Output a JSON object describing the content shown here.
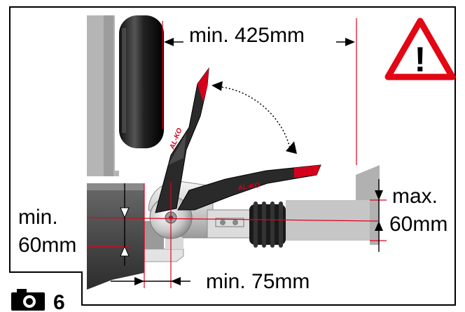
{
  "figure": {
    "number": "6",
    "icon": "camera-icon"
  },
  "labels": {
    "top_dimension": "min. 425mm",
    "left_line1": "min.",
    "left_line2": "60mm",
    "right_line1": "max.",
    "right_line2": "60mm",
    "bottom_dimension": "min. 75mm",
    "handle_brand_1": "AL-KO",
    "handle_brand_2": "AL-KO"
  },
  "warning": {
    "icon": "warning-triangle-icon",
    "symbol": "!"
  },
  "colors": {
    "accent_red": "#d5001c",
    "guide_line_red": "#e3001b",
    "warning_red": "#e30613",
    "frame": "#000000"
  }
}
